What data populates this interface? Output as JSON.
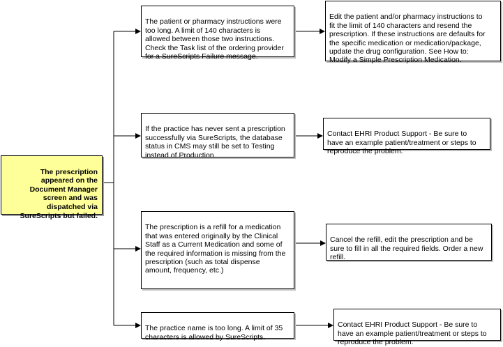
{
  "root": {
    "text": "The prescription\nappeared on the\nDocument Manager\nscreen and was\ndispatched via\nSureScripts but failed."
  },
  "causes": [
    {
      "cause": "The patient or pharmacy instructions were\ntoo long. A limit of 140 characters is\nallowed between those two instructions.\nCheck the Task list of the ordering provider\nfor a SureScripts Failure message.",
      "resolution": "Edit the patient and/or pharmacy instructions to\nfit the limit of 140 characters and resend the\nprescription. If these instructions are defaults for\nthe specific medication or medication/package,\nupdate the drug configuration. See How to:\nModify a Simple Prescription Medication."
    },
    {
      "cause": "If the practice has never sent a prescription\nsuccessfully via SureScripts, the database\nstatus in CMS may still be set to Testing\ninstead of Production.",
      "resolution": "Contact EHRI Product Support - Be sure to\nhave an example patient/treatment or steps to\nreproduce the problem."
    },
    {
      "cause": "The prescription is a refill for a medication\nthat was entered originally by the Clinical\nStaff as a Current Medication and some of\nthe required information is missing from the\nprescription (such as total dispense\namount, frequency, etc.)",
      "resolution": "Cancel the refill, edit the prescription and be\nsure to fill in all the required fields. Order a new\nrefill."
    },
    {
      "cause": "The practice name is too long. A limit of 35\ncharacters is allowed by SureScripts.",
      "resolution": "Contact EHRI Product Support - Be sure to\nhave an example patient/treatment or steps to\nreproduce the problem."
    }
  ]
}
